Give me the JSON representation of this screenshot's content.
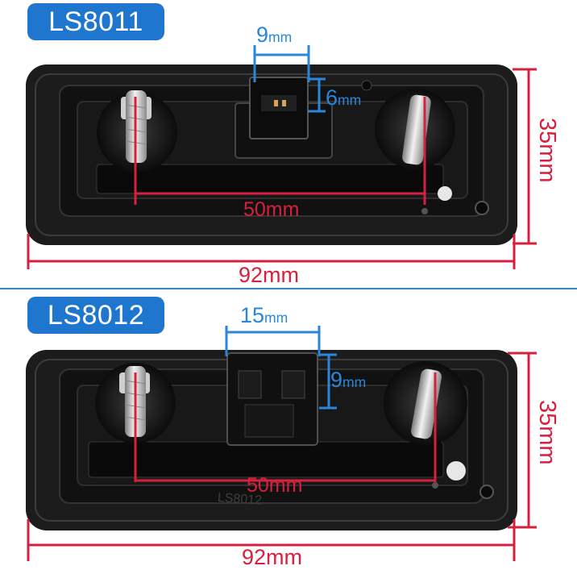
{
  "colors": {
    "accent_blue": "#1f76cf",
    "dimension_blue": "#2a86d8",
    "dimension_red": "#d6203e",
    "divider": "#2e86d6"
  },
  "panels": [
    {
      "model": "LS8011",
      "connector_width": {
        "value": "9",
        "unit": "mm"
      },
      "connector_height": {
        "value": "6",
        "unit": "mm"
      },
      "stud_spacing": "50mm",
      "total_width": "92mm",
      "total_height": "35mm"
    },
    {
      "model": "LS8012",
      "connector_width": {
        "value": "15",
        "unit": "mm"
      },
      "connector_height": {
        "value": "9",
        "unit": "mm"
      },
      "stud_spacing": "50mm",
      "total_width": "92mm",
      "total_height": "35mm",
      "molded_marking": "LS8012"
    }
  ]
}
